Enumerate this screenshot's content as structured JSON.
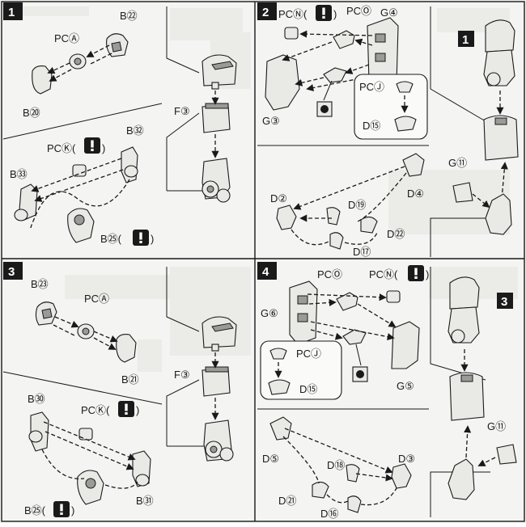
{
  "steps": [
    "1",
    "2",
    "3",
    "4"
  ],
  "icons": {
    "warning": "exclamation-icon",
    "arrow": "arrowhead"
  },
  "labels": {
    "s1": {
      "pc_a": "PCⒶ",
      "b22": "B㉒",
      "b20": "B⑳",
      "f3": "F③",
      "pc_k": "PCⓀ(",
      "pc_k_close": ")",
      "b32": "B㉜",
      "b33": "B㉝",
      "b25": "B㉕(",
      "b25_close": ")"
    },
    "s2": {
      "pc_n": "PCⓃ(",
      "pc_n_close": ")",
      "pc_o": "PCⓄ",
      "g4": "G④",
      "g3": "G③",
      "pc_j": "PCⒿ",
      "d15": "D⑮",
      "step_ref": "1",
      "g11": "G⑪",
      "d2": "D②",
      "d19": "D⑲",
      "d4": "D④",
      "d22": "D㉒",
      "d17": "D⑰"
    },
    "s3": {
      "b23": "B㉓",
      "pc_a": "PCⒶ",
      "b21": "B㉑",
      "f3": "F③",
      "b30": "B㉚",
      "pc_k": "PCⓀ(",
      "pc_k_close": ")",
      "b31": "B㉛",
      "b25": "B㉕(",
      "b25_close": ")"
    },
    "s4": {
      "pc_o": "PCⓄ",
      "pc_n": "PCⓃ(",
      "pc_n_close": ")",
      "g6": "G⑥",
      "g5": "G⑤",
      "pc_j": "PCⒿ",
      "d15": "D⑮",
      "step_ref": "3",
      "g11": "G⑪",
      "d5": "D⑤",
      "d18": "D⑱",
      "d3": "D③",
      "d21": "D㉑",
      "d16": "D⑯"
    }
  }
}
